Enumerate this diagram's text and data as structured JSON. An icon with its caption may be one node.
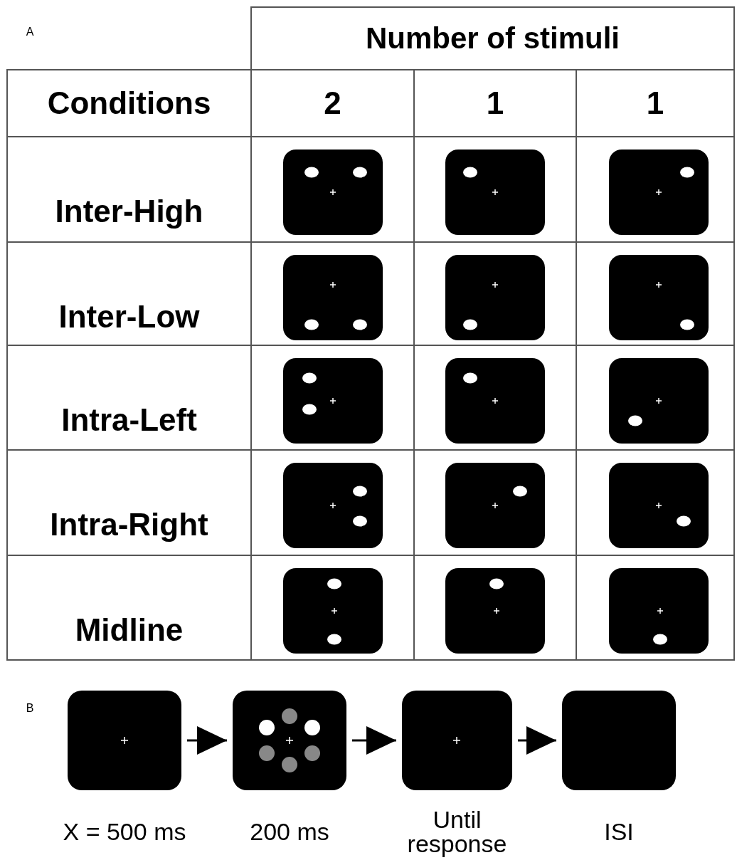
{
  "diagram": {
    "nodes": [
      {
        "text": [],
        "shape": "box",
        "beside": [
          "X = 500 ms"
        ]
      },
      {
        "text": [],
        "shape": "box",
        "beside": [
          "200 ms"
        ]
      },
      {
        "text": [],
        "shape": "box",
        "beside": [
          "Until response"
        ]
      },
      {
        "text": [],
        "shape": "box",
        "beside": [
          "ISI"
        ]
      }
    ],
    "edges": [
      {
        "from": 0,
        "to": 1,
        "arrow": "to"
      },
      {
        "from": 1,
        "to": 2,
        "arrow": "to"
      },
      {
        "from": 2,
        "to": 3,
        "arrow": "to"
      }
    ],
    "labels": [
      "A",
      "Number of stimuli",
      "Conditions",
      "2",
      "1",
      "1",
      "Inter-High",
      "Inter-Low",
      "Intra-Left",
      "Intra-Right",
      "Midline",
      "B"
    ]
  }
}
